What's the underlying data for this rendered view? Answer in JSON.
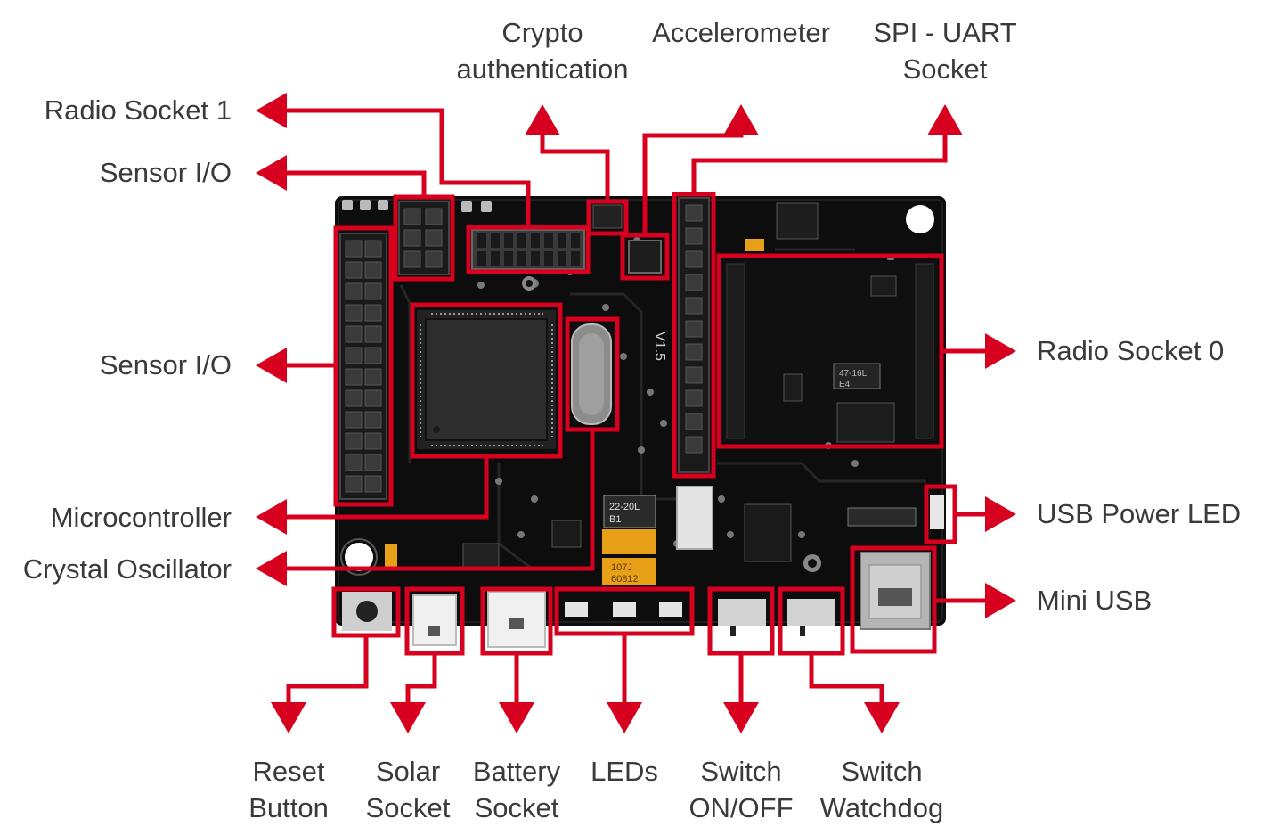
{
  "colors": {
    "callout": "#d7001f",
    "board": "#0d0d0d",
    "text": "#3a3a3a"
  },
  "labels": {
    "crypto": [
      "Crypto",
      "authentication"
    ],
    "accelerometer": [
      "Accelerometer"
    ],
    "spi_uart": [
      "SPI - UART",
      "Socket"
    ],
    "radio_socket_1": [
      "Radio Socket 1"
    ],
    "sensor_io_top": [
      "Sensor I/O"
    ],
    "sensor_io_mid": [
      "Sensor I/O"
    ],
    "microcontroller": [
      "Microcontroller"
    ],
    "crystal_oscillator": [
      "Crystal Oscillator"
    ],
    "radio_socket_0": [
      "Radio Socket 0"
    ],
    "usb_power_led": [
      "USB Power LED"
    ],
    "mini_usb": [
      "Mini USB"
    ],
    "reset_button": [
      "Reset",
      "Button"
    ],
    "solar_socket": [
      "Solar",
      "Socket"
    ],
    "battery_socket": [
      "Battery",
      "Socket"
    ],
    "leds": [
      "LEDs"
    ],
    "switch_on_off": [
      "Switch",
      "ON/OFF"
    ],
    "switch_watchdog": [
      "Switch",
      "Watchdog"
    ]
  },
  "board_marks": {
    "version": "V1.5",
    "ic_led": "47-16L",
    "ic_led_sub": "E4",
    "cap_black": "22-20L",
    "cap_black_sub": "B1",
    "cap_yellow": "107J",
    "cap_yellow_sub": "60812"
  }
}
